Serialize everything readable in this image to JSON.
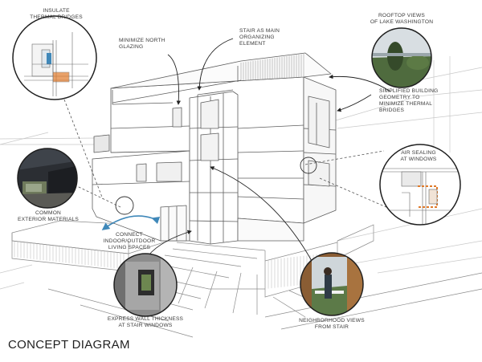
{
  "title": "CONCEPT DIAGRAM",
  "callouts": {
    "insulate": [
      "INSULATE",
      "THERMAL BRIDGES"
    ],
    "north": [
      "MINIMIZE NORTH",
      "GLAZING"
    ],
    "stair": [
      "STAIR AS MAIN",
      "ORGANIZING",
      "ELEMENT"
    ],
    "rooftop": [
      "ROOFTOP VIEWS",
      "OF LAKE WASHINGTON"
    ],
    "geometry": [
      "SIMPLIFIED BUILDING",
      "GEOMETRY TO",
      "MINIMIZE THERMAL",
      "BRIDGES"
    ],
    "air": [
      "AIR SEALING",
      "AT WINDOWS"
    ],
    "materials": [
      "COMMON",
      "EXTERIOR MATERIALS"
    ],
    "connect": [
      "CONNECT",
      "INDOOR/OUTDOOR",
      "LIVING SPACES"
    ],
    "wall": [
      "EXPRESS WALL THICKNESS",
      "AT STAIR WINDOWS"
    ],
    "neighborhood": [
      "NEIGHBORHOOD VIEWS",
      "FROM STAIR"
    ]
  },
  "colors": {
    "line": "#6a6a6a",
    "accent_arrow": "#3f88b9",
    "sealant": "#e07a2a",
    "text": "#3a3a3a"
  }
}
